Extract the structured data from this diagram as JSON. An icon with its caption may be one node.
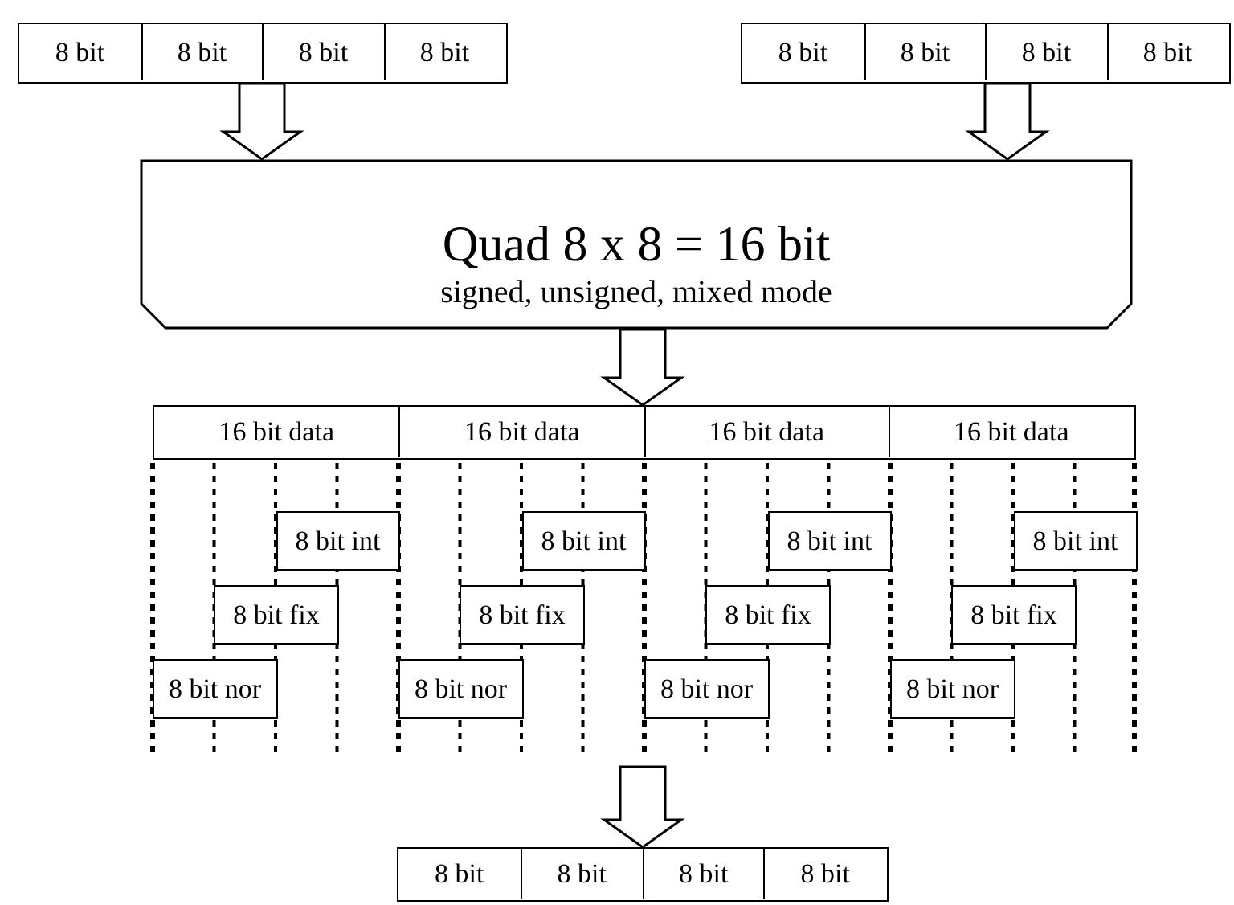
{
  "diagram": {
    "nodes": [
      {
        "text": [],
        "shape": "box"
      },
      {
        "text": [
          "8 bit"
        ],
        "in": 0
      },
      {
        "text": [
          "8 bit"
        ],
        "in": 0
      },
      {
        "text": [
          "8 bit"
        ],
        "in": 0
      },
      {
        "text": [
          "8 bit"
        ],
        "in": 0
      },
      {
        "text": [],
        "shape": "box"
      },
      {
        "text": [
          "8 bit"
        ],
        "in": 5
      },
      {
        "text": [
          "8 bit"
        ],
        "in": 5
      },
      {
        "text": [
          "8 bit"
        ],
        "in": 5
      },
      {
        "text": [
          "8 bit"
        ],
        "in": 5
      },
      {
        "text": [
          "Quad 8 x 8 = 16 bit",
          "signed, unsigned, mixed mode"
        ]
      },
      {
        "text": [],
        "shape": "box"
      },
      {
        "text": [
          "16 bit data"
        ],
        "in": 11
      },
      {
        "text": [
          "16 bit data"
        ],
        "in": 11
      },
      {
        "text": [
          "16 bit data"
        ],
        "in": 11
      },
      {
        "text": [
          "16 bit data"
        ],
        "in": 11
      },
      {
        "text": [
          "8 bit int"
        ]
      },
      {
        "text": [
          "8 bit int"
        ]
      },
      {
        "text": [
          "8 bit int"
        ]
      },
      {
        "text": [
          "8 bit int"
        ]
      },
      {
        "text": [
          "8 bit fix"
        ]
      },
      {
        "text": [
          "8 bit fix"
        ]
      },
      {
        "text": [
          "8 bit fix"
        ]
      },
      {
        "text": [
          "8 bit fix"
        ]
      },
      {
        "text": [
          "8 bit nor"
        ]
      },
      {
        "text": [
          "8 bit nor"
        ]
      },
      {
        "text": [
          "8 bit nor"
        ]
      },
      {
        "text": [
          "8 bit nor"
        ]
      },
      {
        "text": [],
        "shape": "box"
      },
      {
        "text": [
          "8 bit"
        ],
        "in": 28
      },
      {
        "text": [
          "8 bit"
        ],
        "in": 28
      },
      {
        "text": [
          "8 bit"
        ],
        "in": 28
      },
      {
        "text": [
          "8 bit"
        ],
        "in": 28
      }
    ],
    "edges": [
      {
        "from": 0,
        "to": 10,
        "arrow": "to"
      },
      {
        "from": 5,
        "to": 10,
        "arrow": "to"
      },
      {
        "from": 10,
        "to": 11,
        "arrow": "to"
      },
      {
        "from": null,
        "to": 28,
        "arrow": "to"
      }
    ]
  }
}
